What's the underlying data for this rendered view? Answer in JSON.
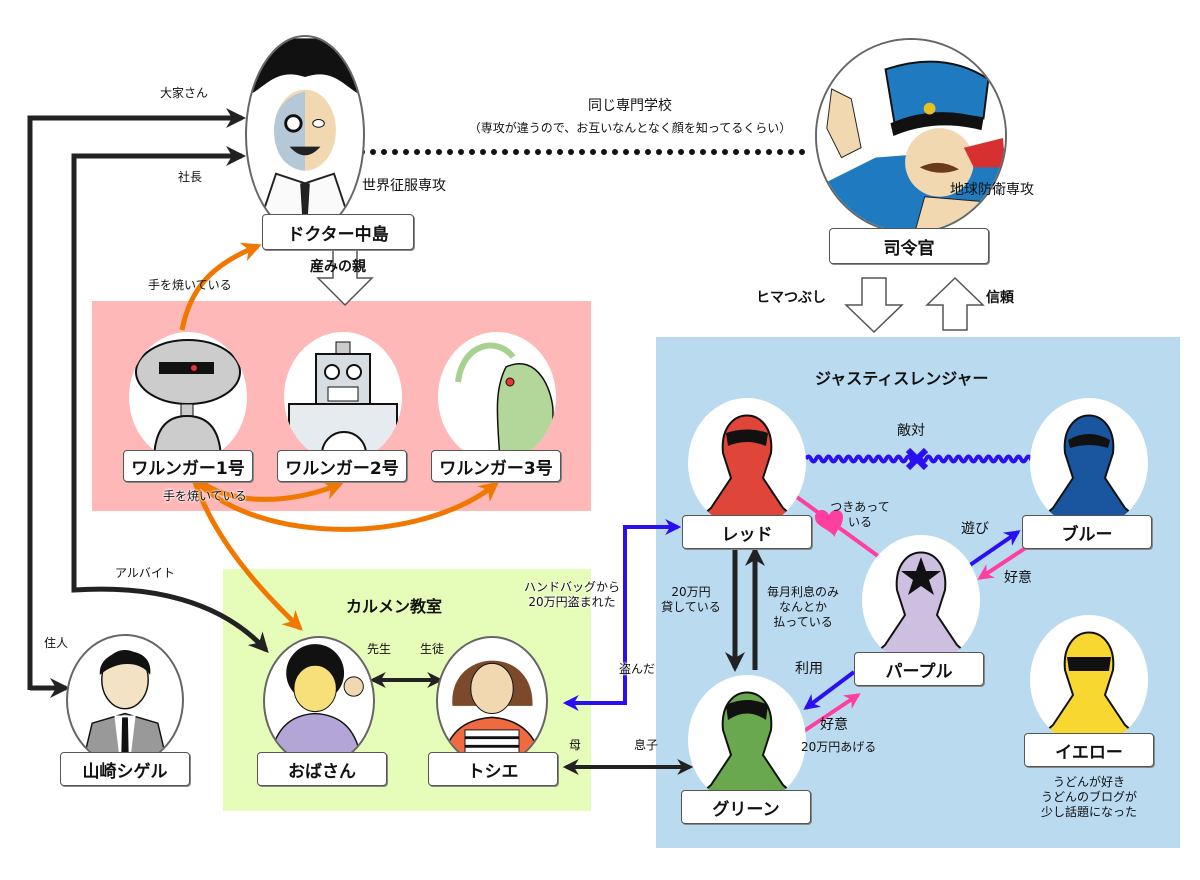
{
  "groups": {
    "villains": {
      "color": "#ffb8b8"
    },
    "carmen": {
      "title": "カルメン教室",
      "color": "#e6fdb9"
    },
    "rangers": {
      "title": "ジャスティスレンジャー",
      "color": "#badaf0"
    }
  },
  "characters": {
    "doctor": {
      "name": "ドクター中島",
      "caption": "世界征服専攻",
      "icon": "doctor-portrait"
    },
    "commander": {
      "name": "司令官",
      "caption": "地球防衛専攻",
      "icon": "commander-portrait"
    },
    "walunger1": {
      "name": "ワルンガー1号",
      "icon": "robot-portrait"
    },
    "walunger2": {
      "name": "ワルンガー2号",
      "icon": "box-robot-portrait"
    },
    "walunger3": {
      "name": "ワルンガー3号",
      "icon": "slug-monster-portrait"
    },
    "yamazaki": {
      "name": "山崎シゲル",
      "icon": "businessman-portrait"
    },
    "obasan": {
      "name": "おばさん",
      "icon": "aunt-portrait"
    },
    "toshie": {
      "name": "トシエ",
      "icon": "toshie-portrait"
    },
    "red": {
      "name": "レッド",
      "icon": "red-ranger-portrait",
      "color": "#e0453a"
    },
    "blue": {
      "name": "ブルー",
      "icon": "blue-ranger-portrait",
      "color": "#1a55a0"
    },
    "purple": {
      "name": "パープル",
      "icon": "purple-ranger-portrait",
      "color": "#cdbfdf"
    },
    "green": {
      "name": "グリーン",
      "icon": "green-ranger-portrait",
      "color": "#6aa84f"
    },
    "yellow": {
      "name": "イエロー",
      "icon": "yellow-ranger-portrait",
      "color": "#f8d830",
      "note": [
        "うどんが好き",
        "うどんのブログが",
        "少し話題になった"
      ]
    }
  },
  "relations": {
    "landlord": "大家さん",
    "boss": "社長",
    "resident": "住人",
    "parttime": "アルバイト",
    "school_title": "同じ専門学校",
    "school_note": "（専攻が違うので、お互いなんとなく顔を知ってるくらい）",
    "creator": "産みの親",
    "troubled_top": "手を焼いている",
    "troubled_bottom": "手を焼いている",
    "killtime": "ヒマつぶし",
    "trust": "信頼",
    "rivalry": "敵対",
    "dating": [
      "つきあって",
      "いる"
    ],
    "play": "遊び",
    "fondness_blue": "好意",
    "lent": [
      "20万円",
      "貸している"
    ],
    "repaying": [
      "毎月利息のみ",
      "なんとか",
      "払っている"
    ],
    "use": "利用",
    "fondness_green": "好意",
    "give_money": "20万円あげる",
    "stolen": [
      "ハンドバッグから",
      "20万円盗まれた"
    ],
    "stole": "盗んだ",
    "teacher": "先生",
    "student": "生徒",
    "mother": "母",
    "son": "息子"
  },
  "colors": {
    "black_arrow": "#222222",
    "orange_arrow": "#f07800",
    "blue_arrow": "#2a10f0",
    "pink_arrow": "#ff3fa0"
  }
}
